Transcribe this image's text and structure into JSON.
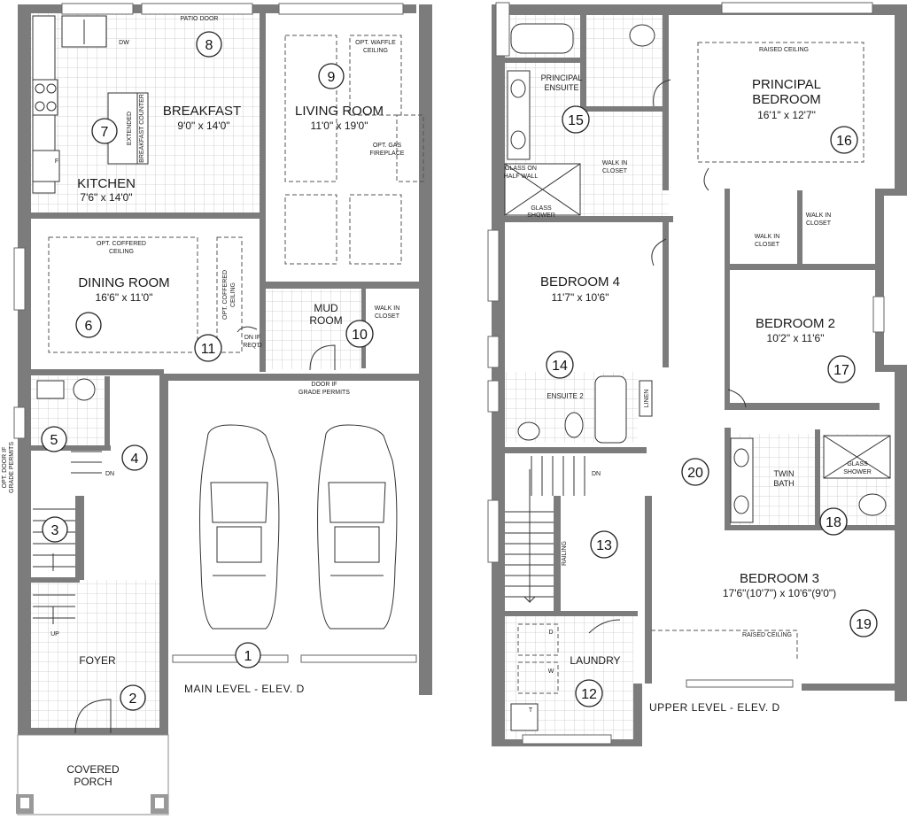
{
  "main_level": {
    "title": "MAIN LEVEL - ELEV. D",
    "rooms": {
      "breakfast": {
        "name": "BREAKFAST",
        "dims": "9'0\" x 14'0\""
      },
      "kitchen": {
        "name": "KITCHEN",
        "dims": "7'6\" x 14'0\""
      },
      "living": {
        "name": "LIVING ROOM",
        "dims": "11'0\" x 19'0\""
      },
      "dining": {
        "name": "DINING ROOM",
        "dims": "16'6\" x 11'0\""
      },
      "mud": {
        "name_1": "MUD",
        "name_2": "ROOM"
      },
      "foyer": {
        "name": "FOYER"
      },
      "porch": {
        "name_1": "COVERED",
        "name_2": "PORCH"
      }
    },
    "notes": {
      "patio_door": "PATIO DOOR",
      "dw": "DW",
      "extended_counter_1": "EXTENDED",
      "extended_counter_2": "BREAKFAST COUNTER",
      "opt_waffle_1": "OPT. WAFFLE",
      "opt_waffle_2": "CEILING",
      "opt_gas_1": "OPT. GAS",
      "opt_gas_2": "FIREPLACE",
      "coffered_1": "OPT. COFFERED",
      "coffered_2": "CEILING",
      "coffered_v_1": "OPT. COFFERED",
      "coffered_v_2": "CEILING",
      "dn_if_1": "DN IF",
      "dn_if_2": "REQ'D",
      "walk_in_1": "WALK IN",
      "walk_in_2": "CLOSET",
      "door_grade_1": "DOOR IF",
      "door_grade_2": "GRADE PERMITS",
      "opt_door_1": "OPT. DOOR IF",
      "opt_door_2": "GRADE PERMITS",
      "dn": "DN",
      "up": "UP",
      "fridge": "F"
    },
    "markers": [
      "1",
      "2",
      "3",
      "4",
      "5",
      "6",
      "7",
      "8",
      "9",
      "10",
      "11"
    ]
  },
  "upper_level": {
    "title": "UPPER LEVEL - ELEV. D",
    "rooms": {
      "principal_bedroom": {
        "name_1": "PRINCIPAL",
        "name_2": "BEDROOM",
        "dims": "16'1\" x 12'7\""
      },
      "principal_ensuite": {
        "name_1": "PRINCIPAL",
        "name_2": "ENSUITE"
      },
      "bedroom4": {
        "name": "BEDROOM 4",
        "dims": "11'7\" x 10'6\""
      },
      "bedroom2": {
        "name": "BEDROOM 2",
        "dims": "10'2\" x 11'6\""
      },
      "bedroom3": {
        "name": "BEDROOM 3",
        "dims": "17'6\"(10'7\") x 10'6\"(9'0\")"
      },
      "ensuite2": {
        "name": "ENSUITE 2"
      },
      "twin_bath": {
        "name_1": "TWIN",
        "name_2": "BATH"
      },
      "laundry": {
        "name": "LAUNDRY"
      }
    },
    "notes": {
      "raised_ceiling_1": "RAISED CEILING",
      "raised_ceiling_2": "RAISED CEILING",
      "walk_in_a_1": "WALK IN",
      "walk_in_a_2": "CLOSET",
      "walk_in_b_1": "WALK IN",
      "walk_in_b_2": "CLOSET",
      "walk_in_c_1": "WALK IN",
      "walk_in_c_2": "CLOSET",
      "glass_half_1": "GLASS ON",
      "glass_half_2": "HALF WALL",
      "glass_shower_1": "GLASS",
      "glass_shower_2": "SHOWER",
      "glass_shower_b_1": "GLASS",
      "glass_shower_b_2": "SHOWER",
      "linen": "LINEN",
      "railing": "RAILING",
      "dn": "DN",
      "d": "D",
      "w": "W",
      "t": "T"
    },
    "markers": [
      "12",
      "13",
      "14",
      "15",
      "16",
      "17",
      "18",
      "19",
      "20"
    ]
  }
}
